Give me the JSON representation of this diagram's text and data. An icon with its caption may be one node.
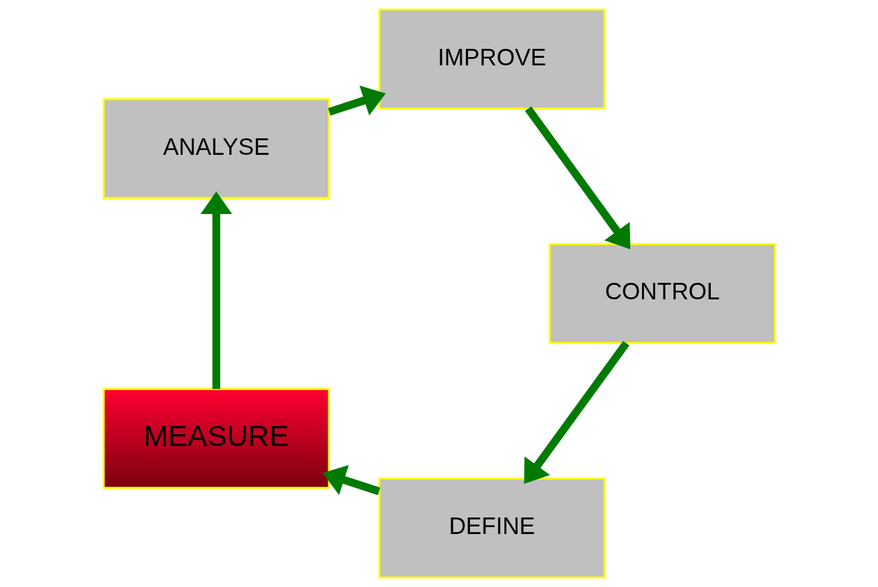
{
  "diagram": {
    "nodes": [
      {
        "text": [
          "DEFINE"
        ]
      },
      {
        "text": [
          "MEASURE"
        ]
      },
      {
        "text": [
          "ANALYSE"
        ]
      },
      {
        "text": [
          "IMPROVE"
        ]
      },
      {
        "text": [
          "CONTROL"
        ]
      }
    ],
    "edges": [
      {
        "from": 0,
        "to": 1,
        "arrow": "to"
      },
      {
        "from": 1,
        "to": 2,
        "arrow": "to"
      },
      {
        "from": 2,
        "to": 3,
        "arrow": "to"
      },
      {
        "from": 3,
        "to": 4,
        "arrow": "to"
      },
      {
        "from": 4,
        "to": 0,
        "arrow": "to"
      }
    ]
  }
}
